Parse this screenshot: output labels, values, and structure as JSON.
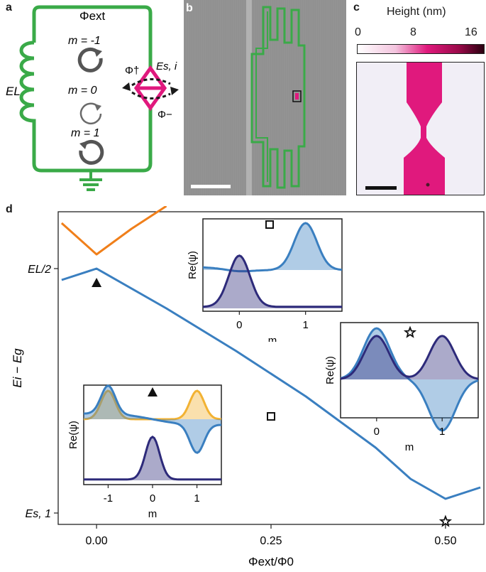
{
  "panel_labels": {
    "a": "a",
    "b": "b",
    "c": "c",
    "d": "d"
  },
  "circuit": {
    "phi_ext": "Φext",
    "m_minus": "m = -1",
    "m_zero": "m = 0",
    "m_plus": "m = 1",
    "EL": "EL",
    "Es": "Es, i",
    "phi_dag": "Φ†",
    "phi_minus": "Φ−"
  },
  "colorbar": {
    "title": "Height (nm)",
    "ticks": [
      "0",
      "8",
      "16"
    ]
  },
  "colors": {
    "blue": "#3a7fc0",
    "orange": "#f07f1a",
    "dark_purple": "#2d2a7a",
    "gold": "#f2b233",
    "green": "#3aaa48",
    "magenta": "#e0197d"
  },
  "chart_data": [
    {
      "type": "line",
      "title": "",
      "xlabel": "Φext/Φ0",
      "ylabel": "Ei − Eg",
      "xlim": [
        -0.055,
        0.555
      ],
      "x_ticks": [
        "0.00",
        "0.25",
        "0.50"
      ],
      "y_ticks": [
        "EL/2",
        "Es, 1"
      ],
      "series": [
        {
          "color": "#3a7fc0",
          "x": [
            -0.05,
            0.0,
            0.1,
            0.2,
            0.3,
            0.4,
            0.45,
            0.5,
            0.55
          ],
          "y": [
            0.82,
            0.86,
            0.72,
            0.57,
            0.41,
            0.23,
            0.12,
            0.05,
            0.09
          ]
        },
        {
          "color": "#f07f1a",
          "x": [
            -0.05,
            0.0,
            0.05,
            0.1
          ],
          "y": [
            1.02,
            0.91,
            1.0,
            1.08
          ]
        }
      ],
      "markers": [
        {
          "symbol": "triangle",
          "x": 0.0,
          "y": 0.81
        },
        {
          "symbol": "square",
          "x": 0.25,
          "y": 0.34
        },
        {
          "symbol": "star",
          "x": 0.5,
          "y": 0.0
        }
      ]
    },
    {
      "type": "area",
      "name_inset": "square",
      "xlabel": "m",
      "ylabel": "Re(ψ)",
      "x_ticks": [
        "0",
        "1"
      ]
    },
    {
      "type": "area",
      "name_inset": "star",
      "xlabel": "m",
      "ylabel": "Re(ψ)",
      "x_ticks": [
        "0",
        "1"
      ]
    },
    {
      "type": "area",
      "name_inset": "triangle",
      "xlabel": "m",
      "ylabel": "Re(ψ)",
      "x_ticks": [
        "-1",
        "0",
        "1"
      ]
    }
  ]
}
